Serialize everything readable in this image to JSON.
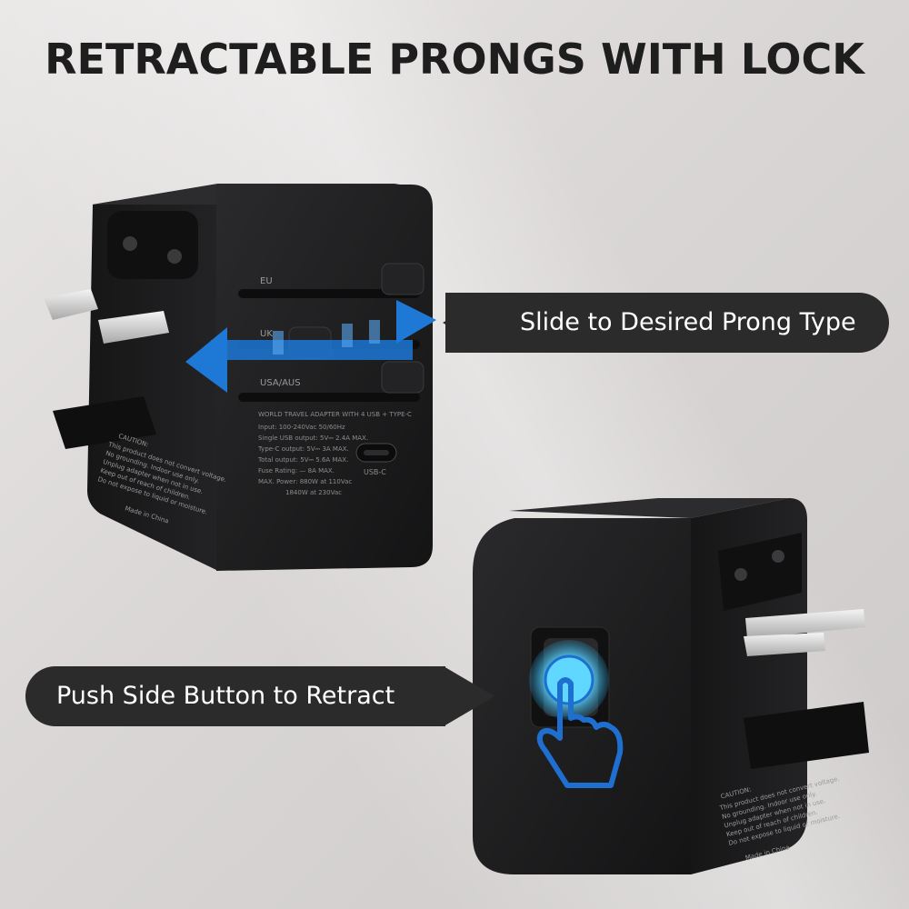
{
  "headline": "RETRACTABLE PRONGS WITH LOCK",
  "callouts": {
    "slide": "Slide to Desired Prong Type",
    "push": "Push Side Button to Retract"
  },
  "slider_labels": {
    "eu": "EU",
    "uk": "UK",
    "usa_aus": "USA/AUS"
  },
  "port_label": "USB-C",
  "spec_plate": {
    "title": "WORLD TRAVEL ADAPTER WITH 4 USB + TYPE-C",
    "lines": [
      "Input: 100-240Vac 50/60Hz",
      "Single USB output: 5V⎓ 2.4A MAX.",
      "Type-C output: 5V⎓ 3A MAX.",
      "Total output: 5V⎓ 5.6A MAX.",
      "Fuse Rating: — 8A MAX.",
      "MAX. Power: 880W at 110Vac",
      "1840W at 230Vac"
    ]
  },
  "side_text": {
    "caution": "CAUTION:",
    "lines": [
      "This product does not convert voltage.",
      "No grounding. Indoor use only.",
      "Unplug adapter when not in use.",
      "Keep out of reach of children.",
      "Do not expose to liquid or moisture."
    ],
    "made_in": "Made in China"
  },
  "colors": {
    "device_body": "#1c1c1e",
    "arrow_blue": "#1e78d6",
    "button_glow": "#5fd7ff",
    "hand_outline": "#1f6fd1",
    "callout_bg": "#2b2b2b"
  },
  "icons": [
    "double-arrow-icon",
    "pointing-hand-icon",
    "press-glow-icon"
  ]
}
